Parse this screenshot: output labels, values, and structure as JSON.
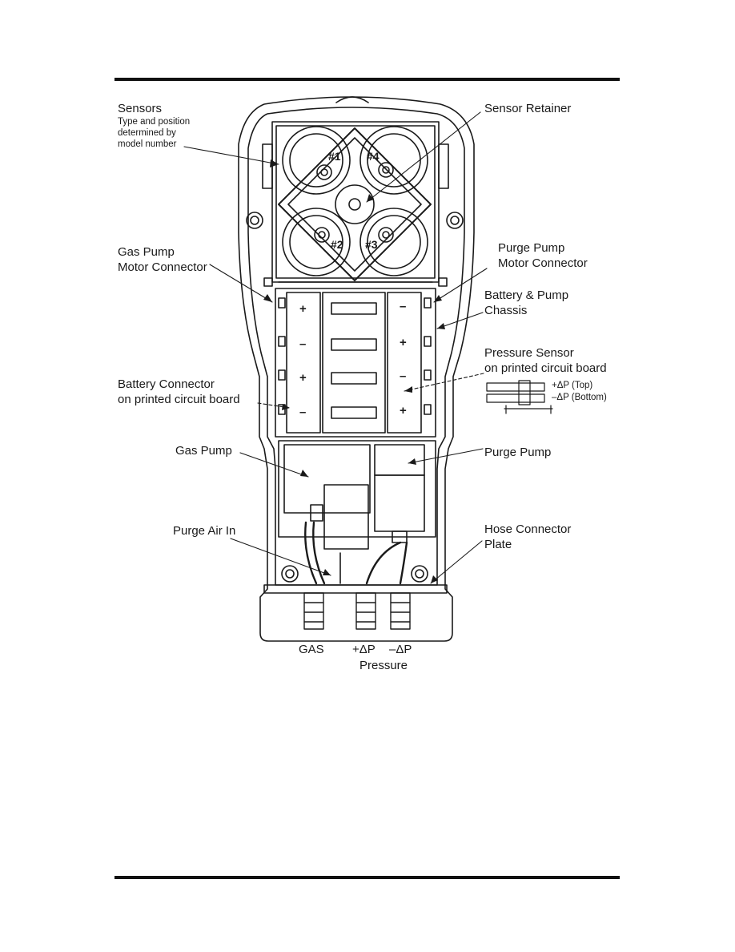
{
  "labels": {
    "sensors_title": "Sensors",
    "sensors_sub1": "Type and position",
    "sensors_sub2": "determined by",
    "sensors_sub3": "model number",
    "sensor_retainer": "Sensor Retainer",
    "gas_pump_motor_1": "Gas Pump",
    "gas_pump_motor_2": "Motor Connector",
    "purge_pump_motor_1": "Purge Pump",
    "purge_pump_motor_2": "Motor Connector",
    "battery_chassis_1": "Battery & Pump",
    "battery_chassis_2": "Chassis",
    "pressure_sensor_1": "Pressure Sensor",
    "pressure_sensor_2": "on printed circuit board",
    "pressure_top": "+ΔP (Top)",
    "pressure_bottom": "–ΔP (Bottom)",
    "battery_connector_1": "Battery Connector",
    "battery_connector_2": "on printed circuit board",
    "gas_pump": "Gas Pump",
    "purge_pump": "Purge Pump",
    "purge_air_in": "Purge Air In",
    "hose_plate_1": "Hose Connector",
    "hose_plate_2": "Plate",
    "port_gas": "GAS",
    "port_plus": "+ΔP",
    "port_minus": "–ΔP",
    "port_pressure": "Pressure"
  },
  "sensor_numbers": [
    "#1",
    "#4",
    "#2",
    "#3"
  ],
  "battery_polarity": {
    "left": [
      "+",
      "–",
      "+",
      "–"
    ],
    "right": [
      "–",
      "+",
      "–",
      "+"
    ]
  }
}
